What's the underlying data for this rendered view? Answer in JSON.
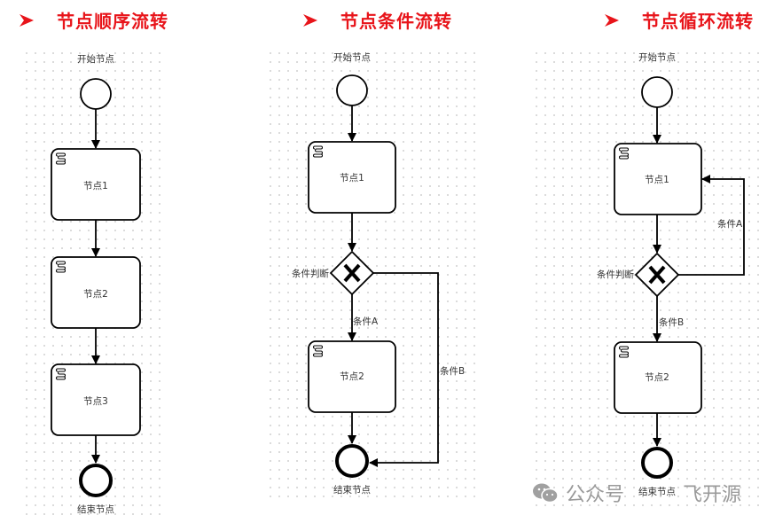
{
  "titles": [
    "节点顺序流转",
    "节点条件流转",
    "节点循环流转"
  ],
  "labels": {
    "start": "开始节点",
    "end": "结束节点",
    "node1": "节点1",
    "node2": "节点2",
    "node3": "节点3",
    "gateway": "条件判断",
    "condA": "条件A",
    "condB": "条件B"
  },
  "watermark": {
    "left": "公众号",
    "right": "飞开源",
    "icon": "wechat-icon"
  },
  "colors": {
    "title": "#e8141a",
    "stroke": "#000000",
    "text": "#333333"
  }
}
